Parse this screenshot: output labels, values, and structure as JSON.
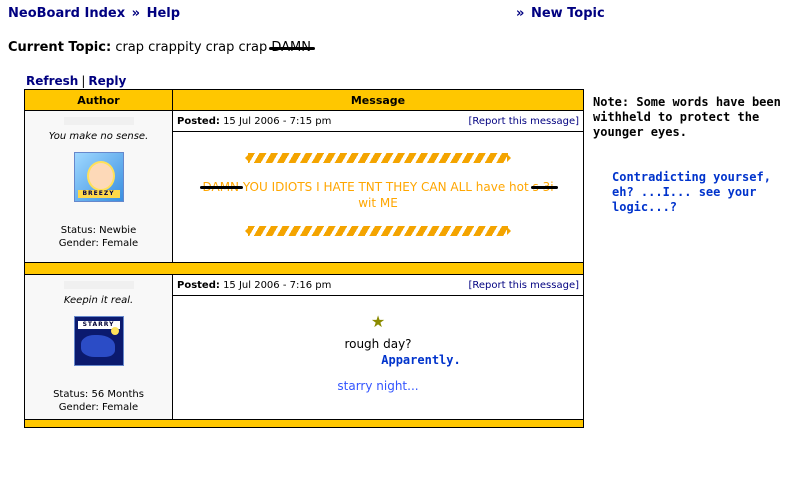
{
  "nav": {
    "index_label": "NeoBoard Index",
    "help_label": "Help",
    "sep": "»",
    "new_topic_label": "New Topic"
  },
  "topic": {
    "prefix": "Current Topic:",
    "title": "crap crappity crap crap",
    "censored": "DAMN"
  },
  "actions": {
    "refresh_label": "Refresh",
    "reply_label": "Reply"
  },
  "table": {
    "author_header": "Author",
    "message_header": "Message"
  },
  "posts": [
    {
      "motto": "You make no sense.",
      "avatar_label": "BREEZY",
      "status": "Status: Newbie",
      "gender": "Gender: Female",
      "posted_label": "Posted:",
      "posted_date": "15 Jul 2006 - 7:15 pm",
      "report_label": "[Report this message]",
      "censored_start": "DAMN",
      "message_mid": " YOU IDIOTS I HATE TNT THEY CAN ALL have hot ",
      "censored_end": "s 3i",
      "message_line2": "wit ME"
    },
    {
      "motto": "Keepin it real.",
      "avatar_label": "STARRY",
      "status": "Status: 56 Months",
      "gender": "Gender: Female",
      "posted_label": "Posted:",
      "posted_date": "15 Jul 2006 - 7:16 pm",
      "report_label": "[Report this message]",
      "star_glyph": "★",
      "message_line1": "rough day?",
      "message_line2": "Apparently.",
      "signature": "starry night..."
    }
  ],
  "side": {
    "note": "Note: Some words have been withheld to protect the younger eyes.",
    "comment": "Contradicting yoursef, eh? ...I... see your logic...?"
  },
  "colors": {
    "header_bg": "#ffc700",
    "link": "#000080",
    "orange_text": "#ffa600",
    "blue_text": "#0033cc"
  }
}
